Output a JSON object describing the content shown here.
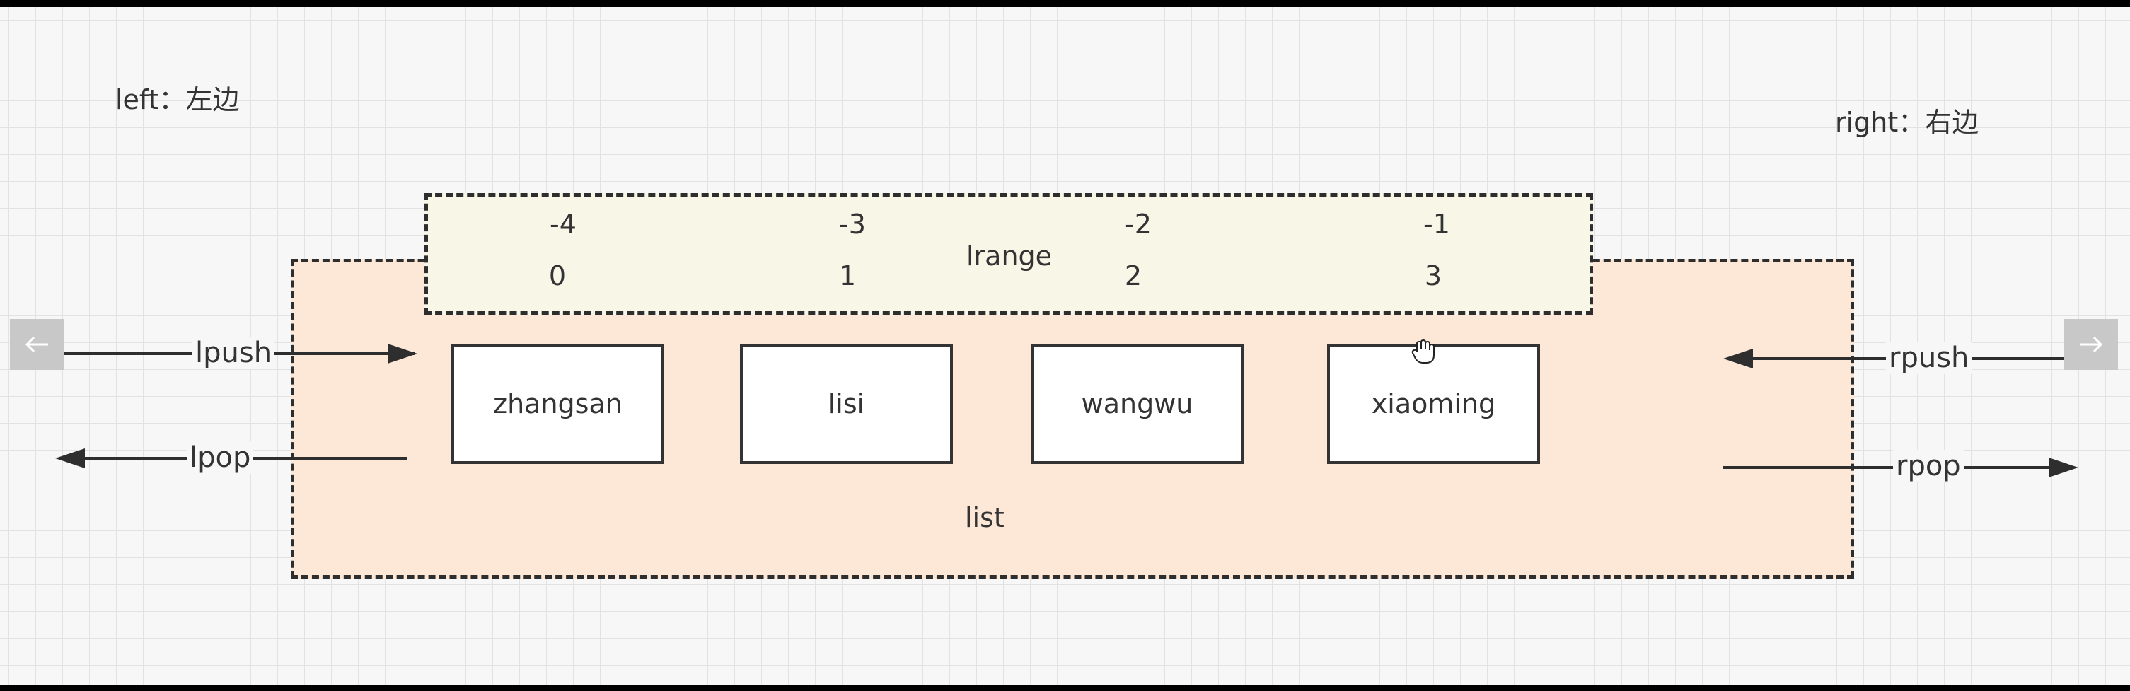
{
  "labels": {
    "left": "left：左边",
    "right": "right：右边",
    "lrange": "lrange",
    "list": "list"
  },
  "negative_indices": [
    "-4",
    "-3",
    "-2",
    "-1"
  ],
  "positive_indices": [
    "0",
    "1",
    "2",
    "3"
  ],
  "items": [
    "zhangsan",
    "lisi",
    "wangwu",
    "xiaoming"
  ],
  "operations": {
    "lpush": "lpush",
    "lpop": "lpop",
    "rpush": "rpush",
    "rpop": "rpop"
  },
  "colors": {
    "list_fill": "#fde8d8",
    "lrange_fill": "#f8f6e6",
    "stroke": "#2e2e2e"
  },
  "icons": {
    "prev": "arrow-left-icon",
    "next": "arrow-right-icon",
    "cursor": "hand-cursor-icon"
  }
}
